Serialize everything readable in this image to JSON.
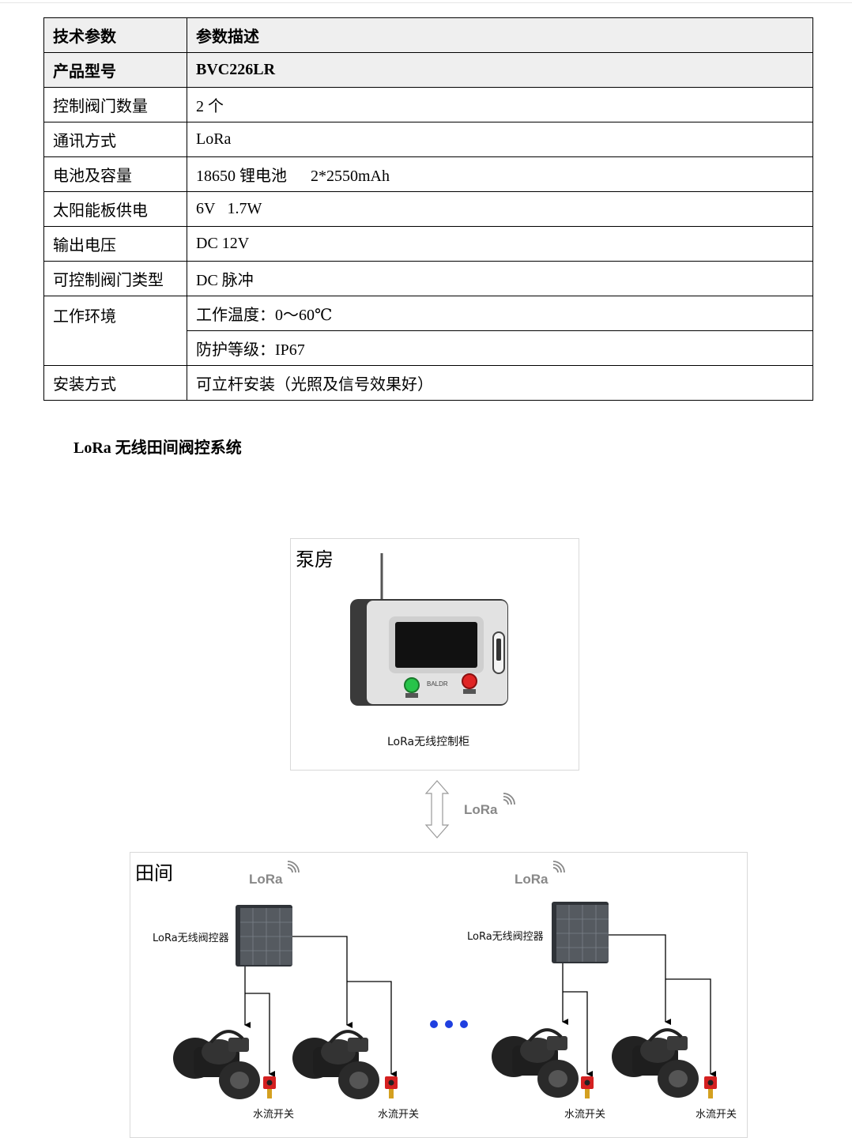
{
  "table": {
    "header": {
      "param": "技术参数",
      "desc": "参数描述"
    },
    "rows": [
      {
        "param": "产品型号",
        "desc": "BVC226LR"
      },
      {
        "param": "控制阀门数量",
        "desc": "2 个"
      },
      {
        "param": "通讯方式",
        "desc": "LoRa"
      },
      {
        "param": "电池及容量",
        "desc": "18650 锂电池      2*2550mAh"
      },
      {
        "param": "太阳能板供电",
        "desc": "6V   1.7W"
      },
      {
        "param": "输出电压",
        "desc": "DC 12V"
      },
      {
        "param": "可控制阀门类型",
        "desc": "DC 脉冲"
      },
      {
        "param": "工作环境",
        "desc": "工作温度：0～60℃"
      },
      {
        "param": "",
        "desc": "防护等级：IP67"
      },
      {
        "param": "安装方式",
        "desc": "可立杆安装（光照及信号效果好）"
      }
    ]
  },
  "section_title": "LoRa 无线田间阀控系统",
  "diagram": {
    "pump_room": {
      "title": "泵房",
      "cabinet_label": "LoRa无线控制柜",
      "brand": "BALDR"
    },
    "link_label": "LoRa",
    "field": {
      "title": "田间",
      "controllers": [
        {
          "lora": "LoRa",
          "label": "LoRa无线阀控器"
        },
        {
          "lora": "LoRa",
          "label": "LoRa无线阀控器"
        }
      ],
      "switch_labels": [
        "水流开关",
        "水流开关",
        "水流开关",
        "水流开关"
      ],
      "ellipsis_color": "#1f3fe0"
    }
  }
}
